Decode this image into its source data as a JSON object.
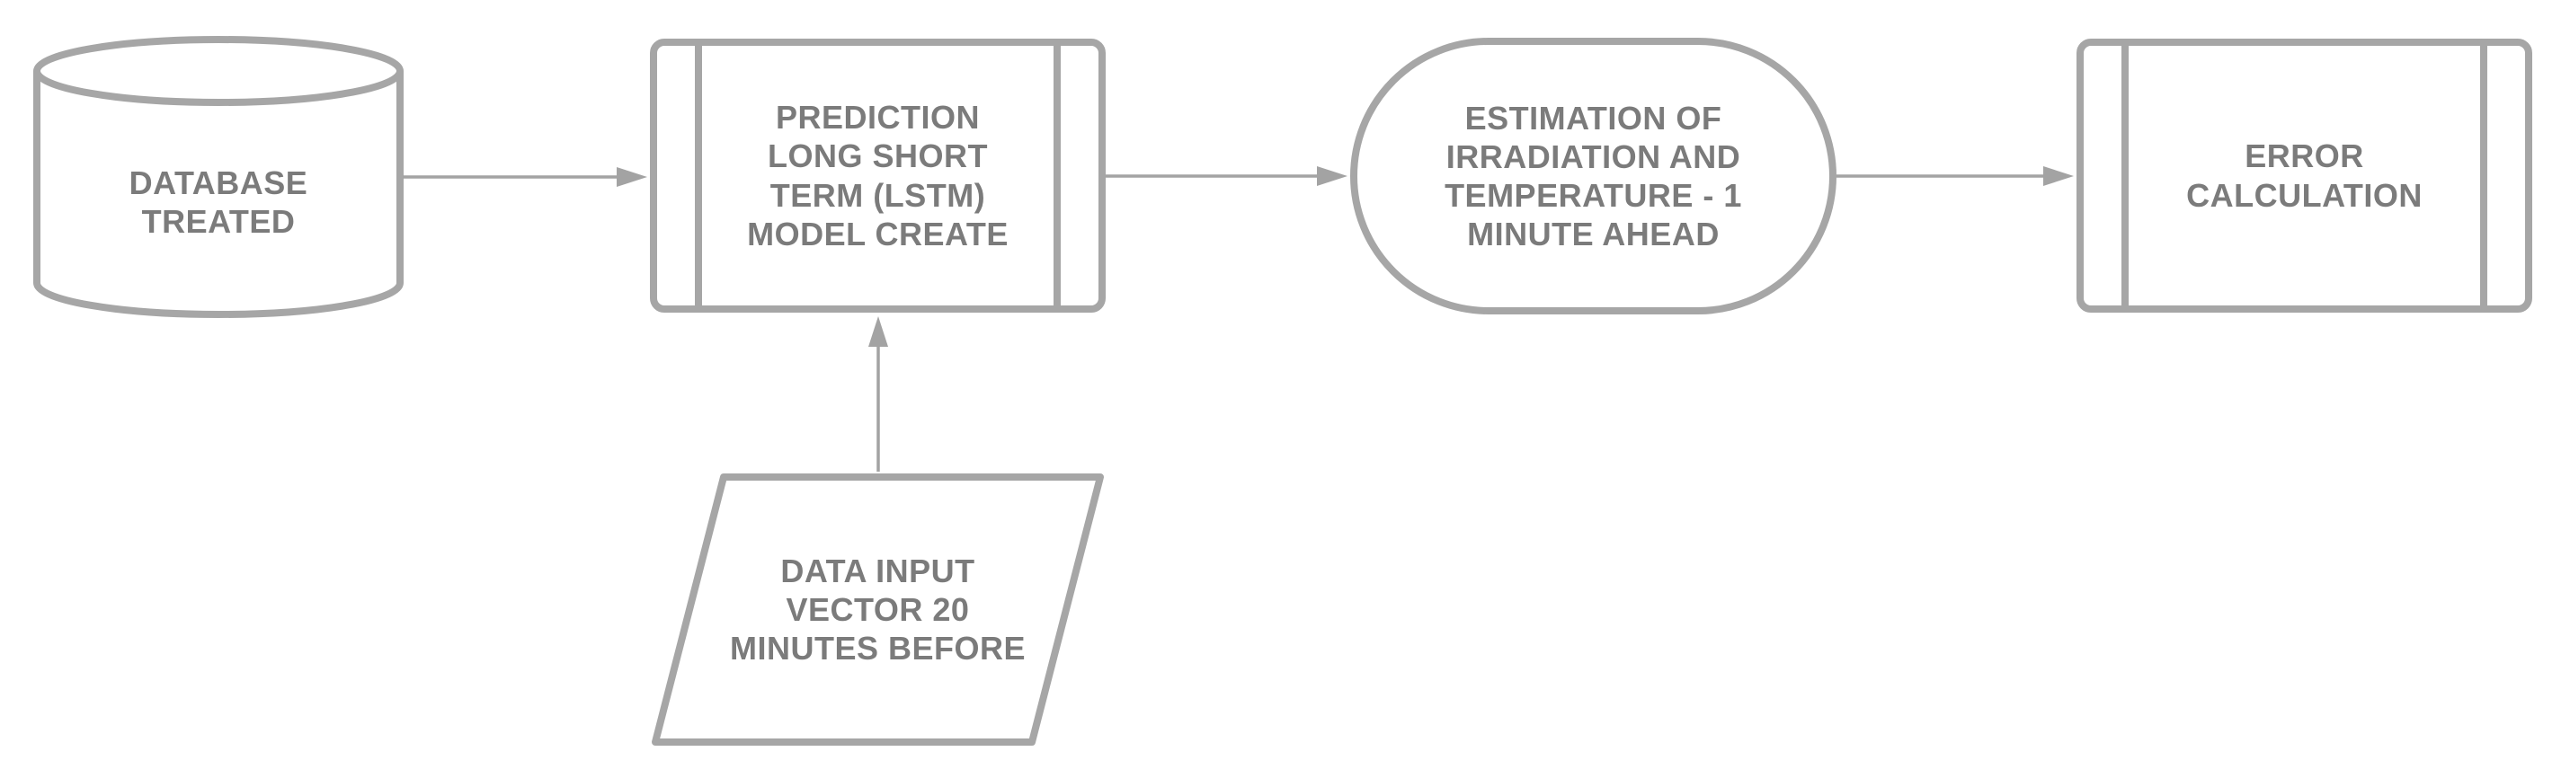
{
  "diagram": {
    "background_color": "#ffffff",
    "stroke_color": "#a6a6a6",
    "arrow_color": "#a3a3a3",
    "text_color": "#7b7b7b",
    "nodes": {
      "database": {
        "shape": "cylinder",
        "label": "DATABASE\nTREATED"
      },
      "prediction": {
        "shape": "predefined-process",
        "label": "PREDICTION\nLONG SHORT\nTERM (LSTM)\nMODEL CREATE"
      },
      "estimation": {
        "shape": "terminator",
        "label": "ESTIMATION OF\nIRRADIATION AND\nTEMPERATURE - 1\nMINUTE AHEAD"
      },
      "error": {
        "shape": "predefined-process",
        "label": "ERROR\nCALCULATION"
      },
      "data_input": {
        "shape": "parallelogram",
        "label": "DATA INPUT\nVECTOR 20\nMINUTES BEFORE"
      }
    },
    "edges": [
      {
        "from": "database",
        "to": "prediction",
        "direction": "right"
      },
      {
        "from": "prediction",
        "to": "estimation",
        "direction": "right"
      },
      {
        "from": "estimation",
        "to": "error",
        "direction": "right"
      },
      {
        "from": "data_input",
        "to": "prediction",
        "direction": "up"
      }
    ]
  }
}
